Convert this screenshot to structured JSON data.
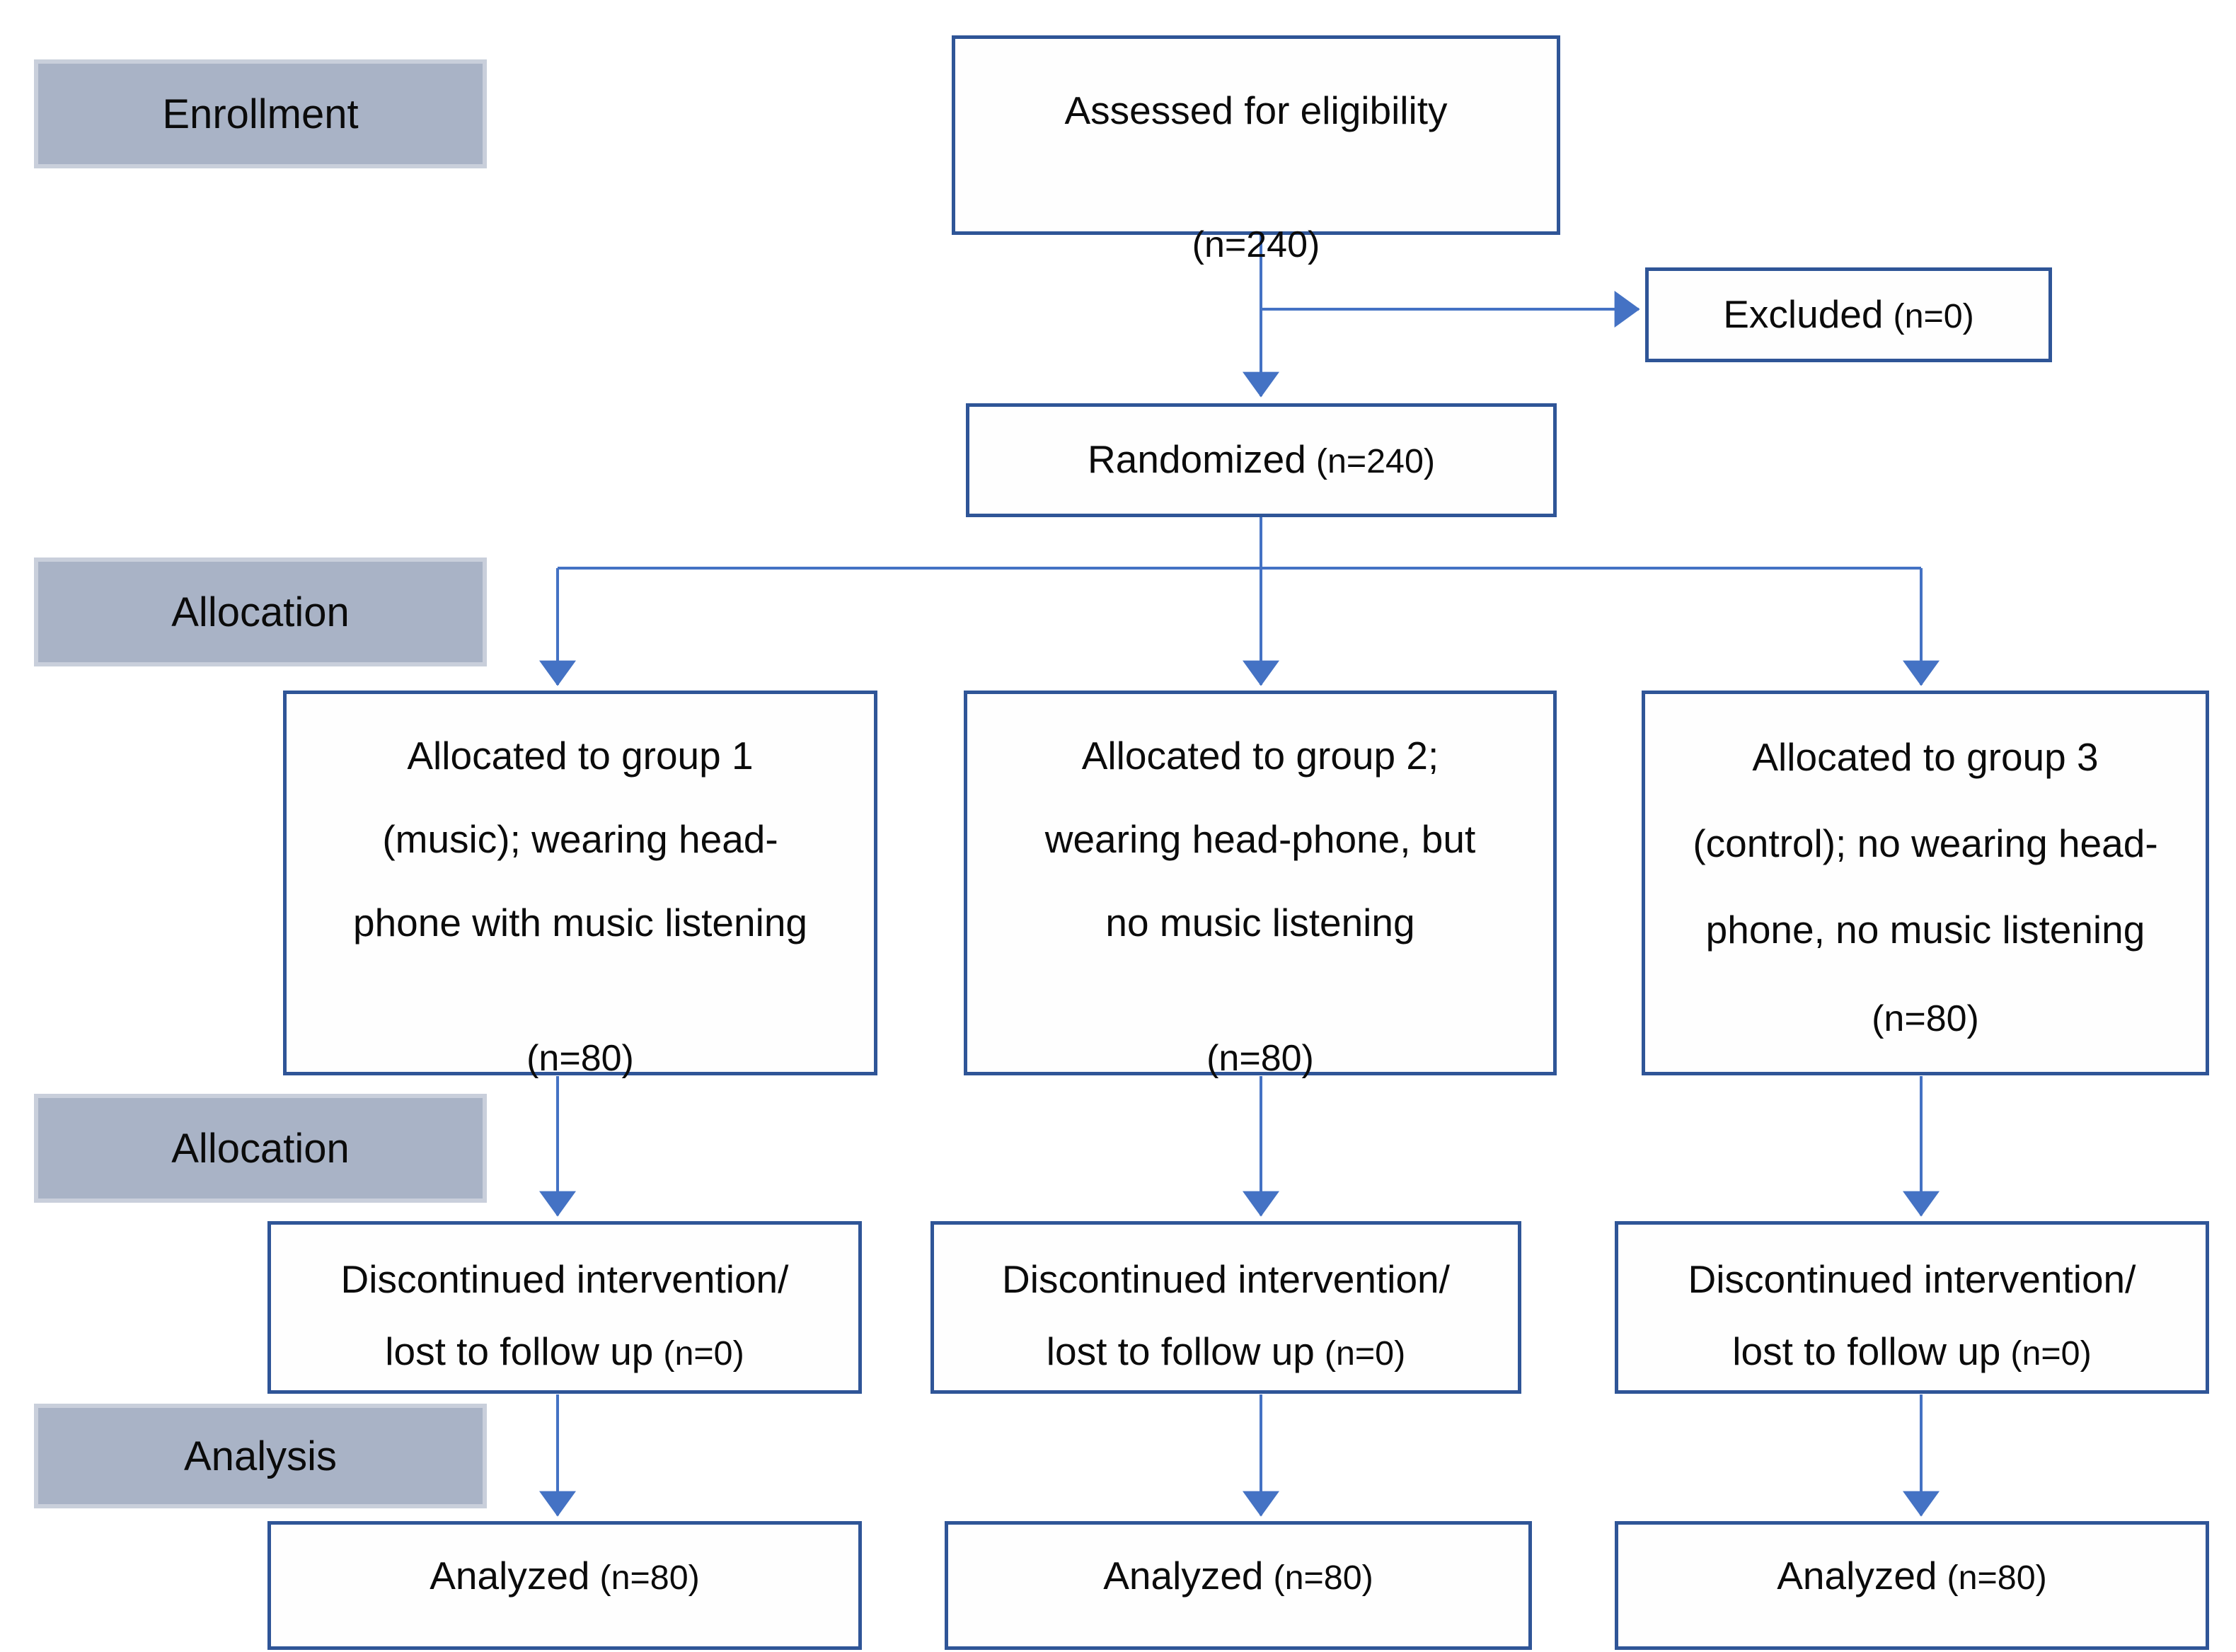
{
  "palette": {
    "line_blue": "#4472C4",
    "border_blue": "#2F5597",
    "label_fill": "#A9B3C6",
    "label_edge": "#C9CFDB",
    "box_fill": "#FEFEFE",
    "text_color": "#0B0B0B"
  },
  "stages": {
    "enrollment": "Enrollment",
    "allocation_top": "Allocation",
    "allocation_mid": "Allocation",
    "analysis": "Analysis"
  },
  "boxes": {
    "assessed": {
      "title": "Assessed for eligibility",
      "n": "(n=240)"
    },
    "excluded": {
      "label": "Excluded",
      "n": "(n=0)"
    },
    "randomized": {
      "label": "Randomized",
      "n": "(n=240)"
    },
    "group1": {
      "lines": [
        "Allocated to group 1",
        "(music); wearing head-",
        "phone with music listening"
      ],
      "n": "(n=80)"
    },
    "group2": {
      "lines": [
        "Allocated to group 2;",
        "wearing head-phone, but",
        "no music listening"
      ],
      "n": "(n=80)"
    },
    "group3": {
      "lines": [
        "Allocated to group 3",
        "(control); no wearing head-",
        "phone, no music listening"
      ],
      "n": "(n=80)"
    },
    "discontinued1": {
      "line1": "Discontinued intervention/",
      "line2": "lost to follow up",
      "n": "(n=0)"
    },
    "discontinued2": {
      "line1": "Discontinued intervention/",
      "line2": "lost to follow up",
      "n": "(n=0)"
    },
    "discontinued3": {
      "line1": "Discontinued intervention/",
      "line2": "lost to follow up",
      "n": "(n=0)"
    },
    "analyzed1": {
      "label": "Analyzed",
      "n": "(n=80)"
    },
    "analyzed2": {
      "label": "Analyzed",
      "n": "(n=80)"
    },
    "analyzed3": {
      "label": "Analyzed",
      "n": "(n=80)"
    }
  }
}
